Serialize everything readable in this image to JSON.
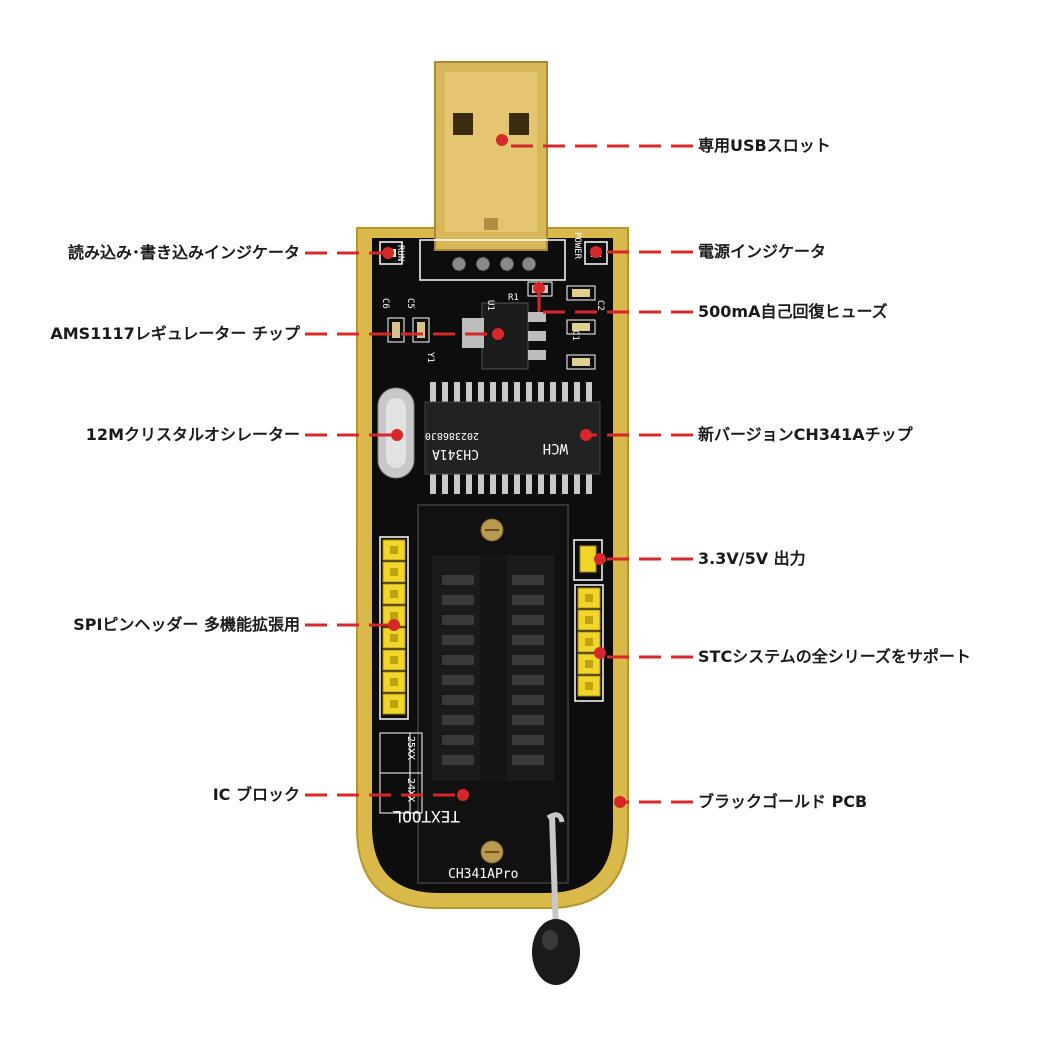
{
  "board": {
    "silkscreen": {
      "run": "RUN",
      "power": "POWER",
      "r1": "R1",
      "u1": "U1",
      "c1": "C1",
      "c2": "C2",
      "c5": "C5",
      "c6": "C6",
      "y1": "Y1",
      "chip_brand": "WCH",
      "chip_model": "CH341A",
      "chip_code": "2023868J0",
      "socket_25": "25XX",
      "socket_24": "24XX",
      "socket_brand": "TEXTOOL",
      "model_name": "CH341APro"
    }
  },
  "labels": {
    "left": [
      {
        "id": "rw-indicator",
        "text": "読み込み･書き込みインジケータ"
      },
      {
        "id": "regulator",
        "text": "AMS1117レギュレーター チップ"
      },
      {
        "id": "crystal",
        "text": "12Mクリスタルオシレーター"
      },
      {
        "id": "spi-header",
        "text": "SPIピンヘッダー 多機能拡張用"
      },
      {
        "id": "ic-block",
        "text": "IC ブロック"
      }
    ],
    "right": [
      {
        "id": "usb-slot",
        "text": "専用USBスロット"
      },
      {
        "id": "power-indicator",
        "text": "電源インジケータ"
      },
      {
        "id": "fuse",
        "text": "500mA自己回復ヒューズ"
      },
      {
        "id": "ch341a",
        "text": "新バージョンCH341Aチップ"
      },
      {
        "id": "voltage-output",
        "text": "3.3V/5V 出力"
      },
      {
        "id": "stc-support",
        "text": "STCシステムの全シリーズをサポート"
      },
      {
        "id": "pcb",
        "text": "ブラックゴールド PCB"
      }
    ]
  },
  "colors": {
    "leader": "#d62828",
    "pcb": "#0d0d0d",
    "gold": "#d9b94a",
    "header": "#f2d52a"
  }
}
